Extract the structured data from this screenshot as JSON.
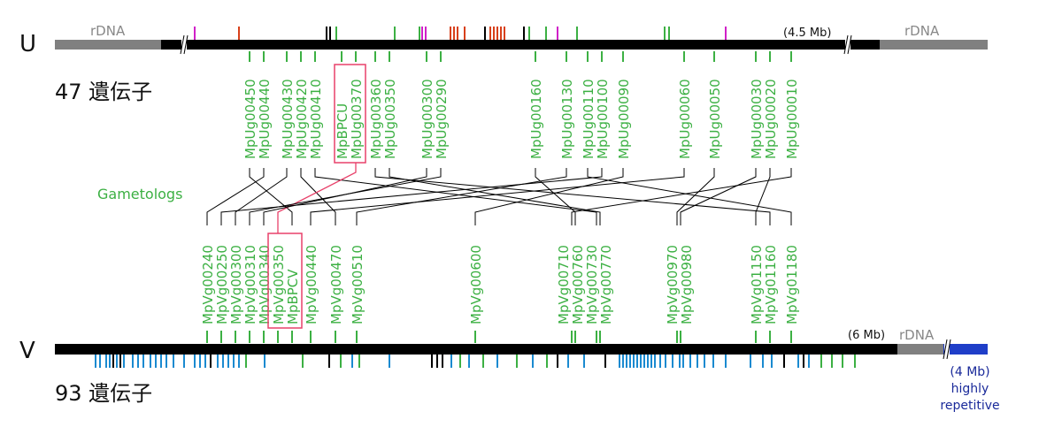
{
  "u_chromosome": {
    "letter": "U",
    "rdna_left": "rDNA",
    "rdna_right": "rDNA",
    "size": "(4.5 Mb)",
    "gene_count": "47 遺伝子",
    "boxed_genes": [
      "MpBPCU",
      "MpUg00370"
    ],
    "genes": [
      "MpUg00450",
      "MpUg00440",
      "MpUg00430",
      "MpUg00420",
      "MpUg00410",
      "MpBPCU",
      "MpUg00370",
      "MpUg00360",
      "MpUg00350",
      "MpUg00300",
      "MpUg00290",
      "MpUg00160",
      "MpUg00130",
      "MpUg00110",
      "MpUg00100",
      "MpUg00090",
      "MpUg00060",
      "MpUg00050",
      "MpUg00030",
      "MpUg00020",
      "MpUg00010"
    ]
  },
  "v_chromosome": {
    "letter": "V",
    "rdna": "rDNA",
    "size": "(6 Mb)",
    "gene_count": "93 遺伝子",
    "repetitive": [
      "(4 Mb)",
      "highly",
      "repetitive"
    ],
    "boxed_genes": [
      "MpVg00350",
      "MpBPCV"
    ],
    "genes": [
      "MpVg00240",
      "MpVg00250",
      "MpVg00300",
      "MpVg00310",
      "MpVg00340",
      "MpVg00350",
      "MpBPCV",
      "MpVg00440",
      "MpVg00470",
      "MpVg00510",
      "MpVg00600",
      "MpVg00710",
      "MpVg00760",
      "MpVg00730",
      "MpVg00770",
      "MpVg00970",
      "MpVg00980",
      "MpVg01150",
      "MpVg01160",
      "MpVg01180"
    ]
  },
  "gametologs_label": "Gametologs",
  "colors": {
    "chromosome": "#000000",
    "rdna": "#808080",
    "gene_label": "#3cb043",
    "link_line": "#000000",
    "highlight": "#e8416a",
    "repetitive": "#1f3ec8",
    "tick_magenta": "#d020c8",
    "tick_red": "#d8401a",
    "tick_blue": "#1a8ad0"
  }
}
